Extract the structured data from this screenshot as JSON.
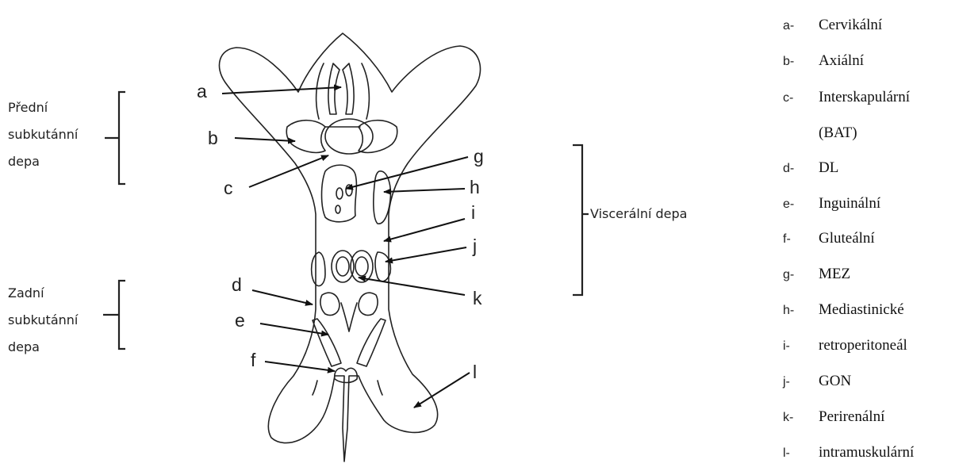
{
  "groups": {
    "anterior": [
      "Přední",
      "subkutánní",
      "depa"
    ],
    "posterior": [
      "Zadní",
      "subkutánní",
      "depa"
    ],
    "visceral": "Viscerální depa"
  },
  "labels": {
    "a": "a",
    "b": "b",
    "c": "c",
    "d": "d",
    "e": "e",
    "f": "f",
    "g": "g",
    "h": "h",
    "i": "i",
    "j": "j",
    "k": "k",
    "l": "l"
  },
  "legend": [
    {
      "letter": "a-",
      "text": "Cervikální"
    },
    {
      "letter": "b-",
      "text": "Axiální"
    },
    {
      "letter": "c-",
      "text": "Interskapulární"
    },
    {
      "letter": "",
      "text": "(BAT)"
    },
    {
      "letter": "d-",
      "text": "DL"
    },
    {
      "letter": "e-",
      "text": "Inguinální"
    },
    {
      "letter": "f-",
      "text": "Gluteální"
    },
    {
      "letter": "g-",
      "text": "MEZ"
    },
    {
      "letter": "h-",
      "text": "Mediastinické"
    },
    {
      "letter": "i-",
      "text": "retroperitoneál"
    },
    {
      "letter": "j-",
      "text": "GON"
    },
    {
      "letter": "k-",
      "text": "Perirenální"
    },
    {
      "letter": "l-",
      "text": "intramuskulární"
    }
  ]
}
